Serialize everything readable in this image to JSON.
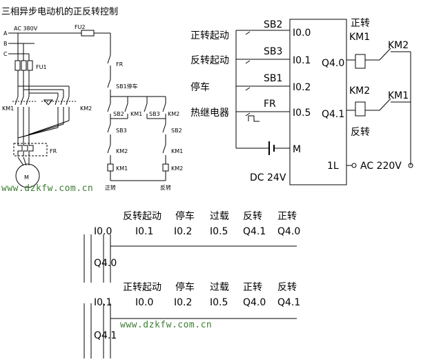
{
  "title": "三相异步电动机的正反转控制",
  "watermark": "www.dzkfw.com.cn",
  "main_circuit": {
    "phases": [
      "A",
      "B",
      "C"
    ],
    "supply": "AC 380V",
    "fuse_ctrl": "FU2",
    "fuse_main": "FU1",
    "km1": "KM1",
    "km2": "KM2",
    "fr": "FR",
    "motor": "M"
  },
  "control_circuit": {
    "fr": "FR",
    "sb1": "SB1停车",
    "sb2_left": "SB2",
    "km1_top": "KM1",
    "sb3_top": "SB3",
    "km2_top": "KM2",
    "sb3_left": "SB3",
    "sb2_right": "SB2",
    "km2_left": "KM2",
    "km1_right": "KM1",
    "coil_left": "KM1",
    "coil_right": "KM2",
    "label_fwd": "正转",
    "label_rev": "反转"
  },
  "plc_wiring": {
    "inputs": [
      {
        "name": "正转起动",
        "contact": "SB2",
        "addr": "I0.0"
      },
      {
        "name": "反转起动",
        "contact": "SB3",
        "addr": "I0.1"
      },
      {
        "name": "停车",
        "contact": "SB1",
        "addr": "I0.2"
      },
      {
        "name": "热继电器",
        "contact": "FR",
        "addr": "I0.5"
      }
    ],
    "common": "M",
    "dc": "DC 24V",
    "outputs": [
      {
        "addr": "Q4.0",
        "coil": "KM1",
        "label": "正转",
        "interlock": "KM2"
      },
      {
        "addr": "Q4.1",
        "coil": "KM2",
        "label": "反转",
        "interlock": "KM1"
      }
    ],
    "out_common": "1L",
    "ac": "AC 220V"
  },
  "ladder": [
    {
      "start": "I0.0",
      "seal": "Q4.0",
      "contacts": [
        {
          "addr": "I0.1",
          "label": "反转起动"
        },
        {
          "addr": "I0.2",
          "label": "停车"
        },
        {
          "addr": "I0.5",
          "label": "过载"
        },
        {
          "addr": "Q4.1",
          "label": "反转"
        }
      ],
      "coil": {
        "addr": "Q4.0",
        "label": "正转"
      }
    },
    {
      "start": "I0.1",
      "seal": "Q4.1",
      "contacts": [
        {
          "addr": "I0.0",
          "label": "正转起动"
        },
        {
          "addr": "I0.2",
          "label": "停车"
        },
        {
          "addr": "I0.5",
          "label": "过载"
        },
        {
          "addr": "Q4.0",
          "label": "正转"
        }
      ],
      "coil": {
        "addr": "Q4.1",
        "label": "反转"
      }
    }
  ]
}
